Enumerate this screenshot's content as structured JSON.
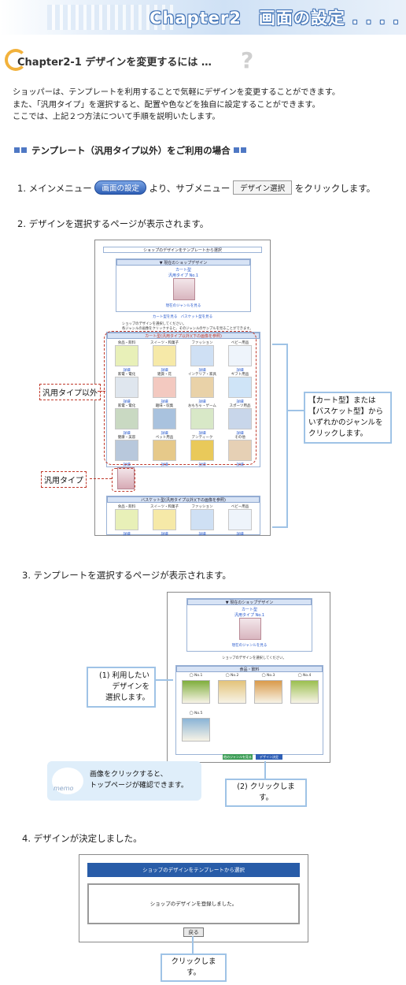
{
  "header": {
    "title": "Chapter2　画面の設定 . . . ."
  },
  "section": {
    "title": "Chapter2-1 デザインを変更するには …"
  },
  "intro": [
    "ショッパーは、テンプレートを利用することで気軽にデザインを変更することができます。",
    "また、「汎用タイプ」を選択すると、配置や色などを独自に設定することができます。",
    "ここでは、上記２つ方法について手順を説明いたします。"
  ],
  "subheading": "テンプレート（汎用タイプ以外）をご利用の場合",
  "step1": {
    "num": "1.",
    "pre": "メインメニュー",
    "menu_btn": "画面の設定",
    "mid": "より、サブメニュー",
    "submenu_btn": "デザイン選択",
    "post": "をクリックします。"
  },
  "step2": {
    "num": "2.",
    "text": "デザインを選択するページが表示されます。"
  },
  "shot1": {
    "title": "ショップのデザインをテンプレートから選択",
    "current_bar": "▼ 現在のショップデザイン",
    "current_name": "カート型",
    "current_type": "汎用タイプ No.1",
    "current_link": "現在のジャンルを見る",
    "tabs": [
      "カート型を見る",
      "バスケット型を見る"
    ],
    "note1": "ショップのデザインを選択してください。",
    "note2": "各ジャンルの画像をクリックすると、そのジャンルのサンプルを見ることができます。",
    "cart_bar": "カート型(汎用タイプ以外)(下の画像を参照)",
    "rows": [
      [
        "食品・飲料",
        "スイーツ・和菓子",
        "ファッション",
        "ベビー用品"
      ],
      [
        "家電・電化",
        "雑貨・花",
        "インテリア・家具",
        "ギフト用品"
      ],
      [
        "家電・電化",
        "趣味・収集",
        "おもちゃ・ゲーム",
        "スポーツ用品"
      ],
      [
        "健康・美容",
        "ペット用品",
        "アンティーク",
        "その他"
      ]
    ],
    "cell_link": "詳細",
    "basket_bar": "バスケット型(汎用タイプ以外)(下の画像を参照)",
    "basket_row": [
      "食品・飲料",
      "スイーツ・和菓子",
      "ファッション",
      "ベビー用品"
    ]
  },
  "labels": {
    "general_other": "汎用タイプ以外",
    "general": "汎用タイプ"
  },
  "callout1": "【カート型】または【バスケット型】からいずれかのジャンルをクリックします。",
  "step3": {
    "num": "3.",
    "text": "テンプレートを選択するページが表示されます。"
  },
  "shot2": {
    "current_bar": "▼ 現在のショップデザイン",
    "current_name": "カート型",
    "current_type": "汎用タイプ No.1",
    "current_link": "現在のジャンルを見る",
    "note": "ショップのデザインを選択してください。",
    "genre": "食品・飲料",
    "radios": [
      "No.1",
      "No.2",
      "No.3",
      "No.4",
      "No.5"
    ],
    "btn_back": "他のジャンルを見る",
    "btn_submit": "デザイン決定"
  },
  "callout2": "(1) 利用したい\nデザインを\n選択します。",
  "callout3": "(2) クリックします。",
  "memo": {
    "tag": "memo",
    "text": "画像をクリックすると、\nトップページが確認できます。"
  },
  "step4": {
    "num": "4.",
    "text": "デザインが決定しました。"
  },
  "shot3": {
    "title": "ショップのデザインをテンプレートから選択",
    "msg": "ショップのデザインを登録しました。",
    "btn": "戻る"
  },
  "callout4": "クリックします。",
  "colors": {
    "accent": "#4f78c4",
    "callout_border": "#9fc3e6",
    "red": "#c0392b"
  }
}
